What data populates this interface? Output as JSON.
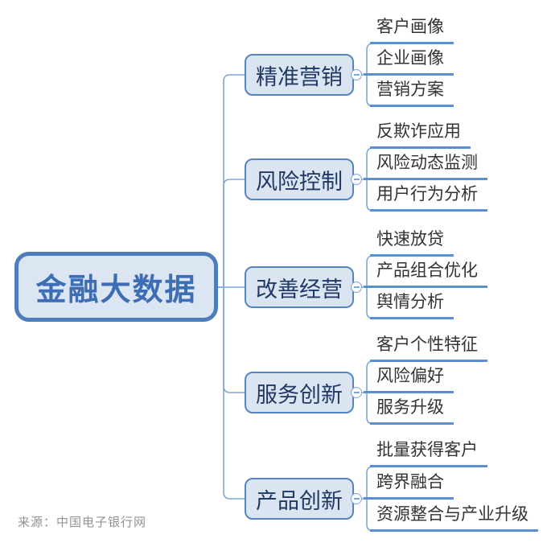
{
  "title": "金融大数据",
  "source": "来源：中国电子银行网",
  "colors": {
    "node_fill": "#dce6f2",
    "root_border": "#4e7dbd",
    "branch_border": "#5585c0",
    "root_text": "#3d6db5",
    "branch_text": "#1f3864",
    "leaf_text": "#333333",
    "connector_line": "#7ea6d8",
    "leaf_underline": "#5b8fd4",
    "source_text": "#8f9396"
  },
  "branches": [
    {
      "label": "精准营销",
      "children": [
        "客户画像",
        "企业画像",
        "营销方案"
      ]
    },
    {
      "label": "风险控制",
      "children": [
        "反欺诈应用",
        "风险动态监测",
        "用户行为分析"
      ]
    },
    {
      "label": "改善经营",
      "children": [
        "快速放贷",
        "产品组合优化",
        "舆情分析"
      ]
    },
    {
      "label": "服务创新",
      "children": [
        "客户个性特征",
        "风险偏好",
        "服务升级"
      ]
    },
    {
      "label": "产品创新",
      "children": [
        "批量获得客户",
        "跨界融合",
        "资源整合与产业升级"
      ]
    }
  ]
}
